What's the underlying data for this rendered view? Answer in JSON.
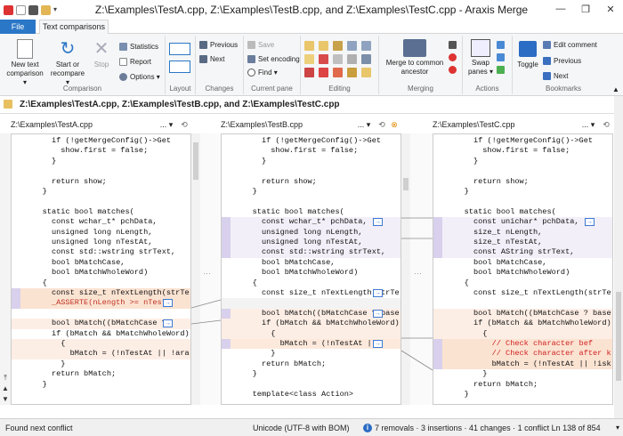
{
  "window": {
    "title": "Z:\\Examples\\TestA.cpp, Z:\\Examples\\TestB.cpp, and Z:\\Examples\\TestC.cpp - Araxis Merge",
    "minimize_icon": "—",
    "restore_icon": "❐",
    "close_icon": "✕"
  },
  "tabs": {
    "file": "File",
    "text_comparisons": "Text comparisons"
  },
  "ribbon": {
    "comparison": {
      "label": "Comparison",
      "new_text_1": "New text",
      "new_text_2": "comparison ▾",
      "start_1": "Start or",
      "start_2": "recompare ▾",
      "stop": "Stop",
      "statistics": "Statistics",
      "report": "Report",
      "options": "Options ▾"
    },
    "layout": {
      "label": "Layout"
    },
    "changes": {
      "label": "Changes",
      "previous": "Previous",
      "next": "Next"
    },
    "current_pane": {
      "label": "Current pane",
      "save": "Save",
      "set_encoding": "Set encoding",
      "find": "Find ▾"
    },
    "editing": {
      "label": "Editing"
    },
    "merging": {
      "label": "Merging",
      "merge_common_1": "Merge to common",
      "merge_common_2": "ancestor"
    },
    "actions": {
      "label": "Actions",
      "swap_1": "Swap",
      "swap_2": "panes ▾"
    },
    "bookmarks": {
      "label": "Bookmarks",
      "toggle": "Toggle",
      "edit_comment": "Edit comment",
      "previous": "Previous",
      "next": "Next"
    }
  },
  "pathbar": {
    "text": "Z:\\Examples\\TestA.cpp, Z:\\Examples\\TestB.cpp, and Z:\\Examples\\TestC.cpp",
    "pin": "▾"
  },
  "panes": [
    {
      "filename": "Z:\\Examples\\TestA.cpp",
      "options": "... ▾",
      "history": "⟲",
      "lines": [
        "      if (!getMergeConfig()->Get",
        "        show.first = false;",
        "      }",
        "",
        "      return show;",
        "    }",
        "",
        "    static bool matches(",
        "      const wchar_t* pchData,",
        "      unsigned long nLength,",
        "      unsigned long nTestAt,",
        "      const std::wstring strText,",
        "      bool bMatchCase,",
        "      bool bMatchWholeWord)",
        "    {",
        "      const size_t nTextLength(strTe",
        "      _ASSERTE(nLength >= nTestA",
        "",
        "      bool bMatch((bMatchCase ? ",
        "      if (bMatch && bMatchWholeWord)",
        "        {",
        "          bMatch = (!nTestAt || !ara",
        "        }",
        "      return bMatch;",
        "    }"
      ]
    },
    {
      "filename": "Z:\\Examples\\TestB.cpp",
      "options": "... ▾",
      "history": "⟲",
      "conflict": "⊗",
      "lines": [
        "      if (!getMergeConfig()->Get",
        "        show.first = false;",
        "      }",
        "",
        "      return show;",
        "    }",
        "",
        "    static bool matches(",
        "      const wchar_t* pchData,",
        "      unsigned long nLength,",
        "      unsigned long nTestAt,",
        "      const std::wstring strText,",
        "      bool bMatchCase,",
        "      bool bMatchWholeWord)",
        "    {",
        "      const size_t nTextLength(strTe",
        "",
        "      bool bMatch((bMatchCase ? base",
        "      if (bMatch && bMatchWholeWord)",
        "        {",
        "          bMatch = (!nTestAt || ",
        "        }",
        "      return bMatch;",
        "    }",
        "",
        "    template<class Action>"
      ]
    },
    {
      "filename": "Z:\\Examples\\TestC.cpp",
      "options": "... ▾",
      "history": "⟲",
      "lines": [
        "      if (!getMergeConfig()->Get",
        "        show.first = false;",
        "      }",
        "",
        "      return show;",
        "    }",
        "",
        "    static bool matches(",
        "      const unichar* pchData,",
        "      size_t nLength,",
        "      size_t nTestAt,",
        "      const AString strText,",
        "      bool bMatchCase,",
        "      bool bMatchWholeWord)",
        "    {",
        "      const size_t nTextLength(strTe",
        "",
        "      bool bMatch((bMatchCase ? base",
        "      if (bMatch && bMatchWholeWord)",
        "        {",
        "          // Check character bef",
        "          // Check character after k",
        "          bMatch = (!nTestAt || !isk",
        "        }",
        "      return bMatch;",
        "    }"
      ]
    }
  ],
  "status": {
    "left": "Found next conflict",
    "encoding": "Unicode (UTF-8 with BOM)",
    "summary": "7 removals · 3 insertions · 41 changes · 1 conflict  Ln 138 of 854",
    "dropdown": "▾"
  },
  "colors": {
    "accent": "#2b77c7",
    "change_bg": "#fbe6d6",
    "conflict_bg": "#fbeadf",
    "insert_bg": "#e7e3f3",
    "gutter_mark": "#d8d0ec"
  }
}
